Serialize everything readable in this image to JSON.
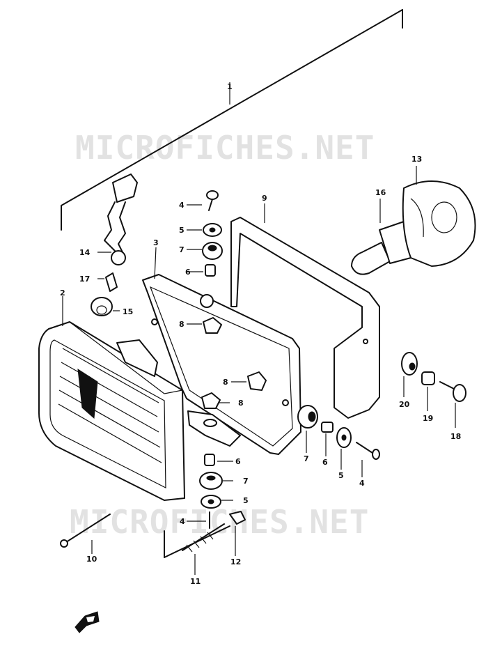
{
  "watermark": {
    "text_top": "MICROFICHES.NET",
    "text_bottom": "MICROFICHES.NET"
  },
  "callouts": {
    "c1": "1",
    "c2": "2",
    "c3": "3",
    "c4a": "4",
    "c4b": "4",
    "c4c": "4",
    "c5a": "5",
    "c5b": "5",
    "c5c": "5",
    "c6a": "6",
    "c6b": "6",
    "c6c": "6",
    "c7a": "7",
    "c7b": "7",
    "c7c": "7",
    "c8a": "8",
    "c8b": "8",
    "c8c": "8",
    "c9": "9",
    "c10": "10",
    "c11": "11",
    "c12": "12",
    "c13": "13",
    "c14": "14",
    "c15": "15",
    "c16": "16",
    "c17": "17",
    "c18": "18",
    "c19": "19",
    "c20": "20"
  },
  "icons": {
    "bottom_left": "front-direction-arrow-icon"
  }
}
